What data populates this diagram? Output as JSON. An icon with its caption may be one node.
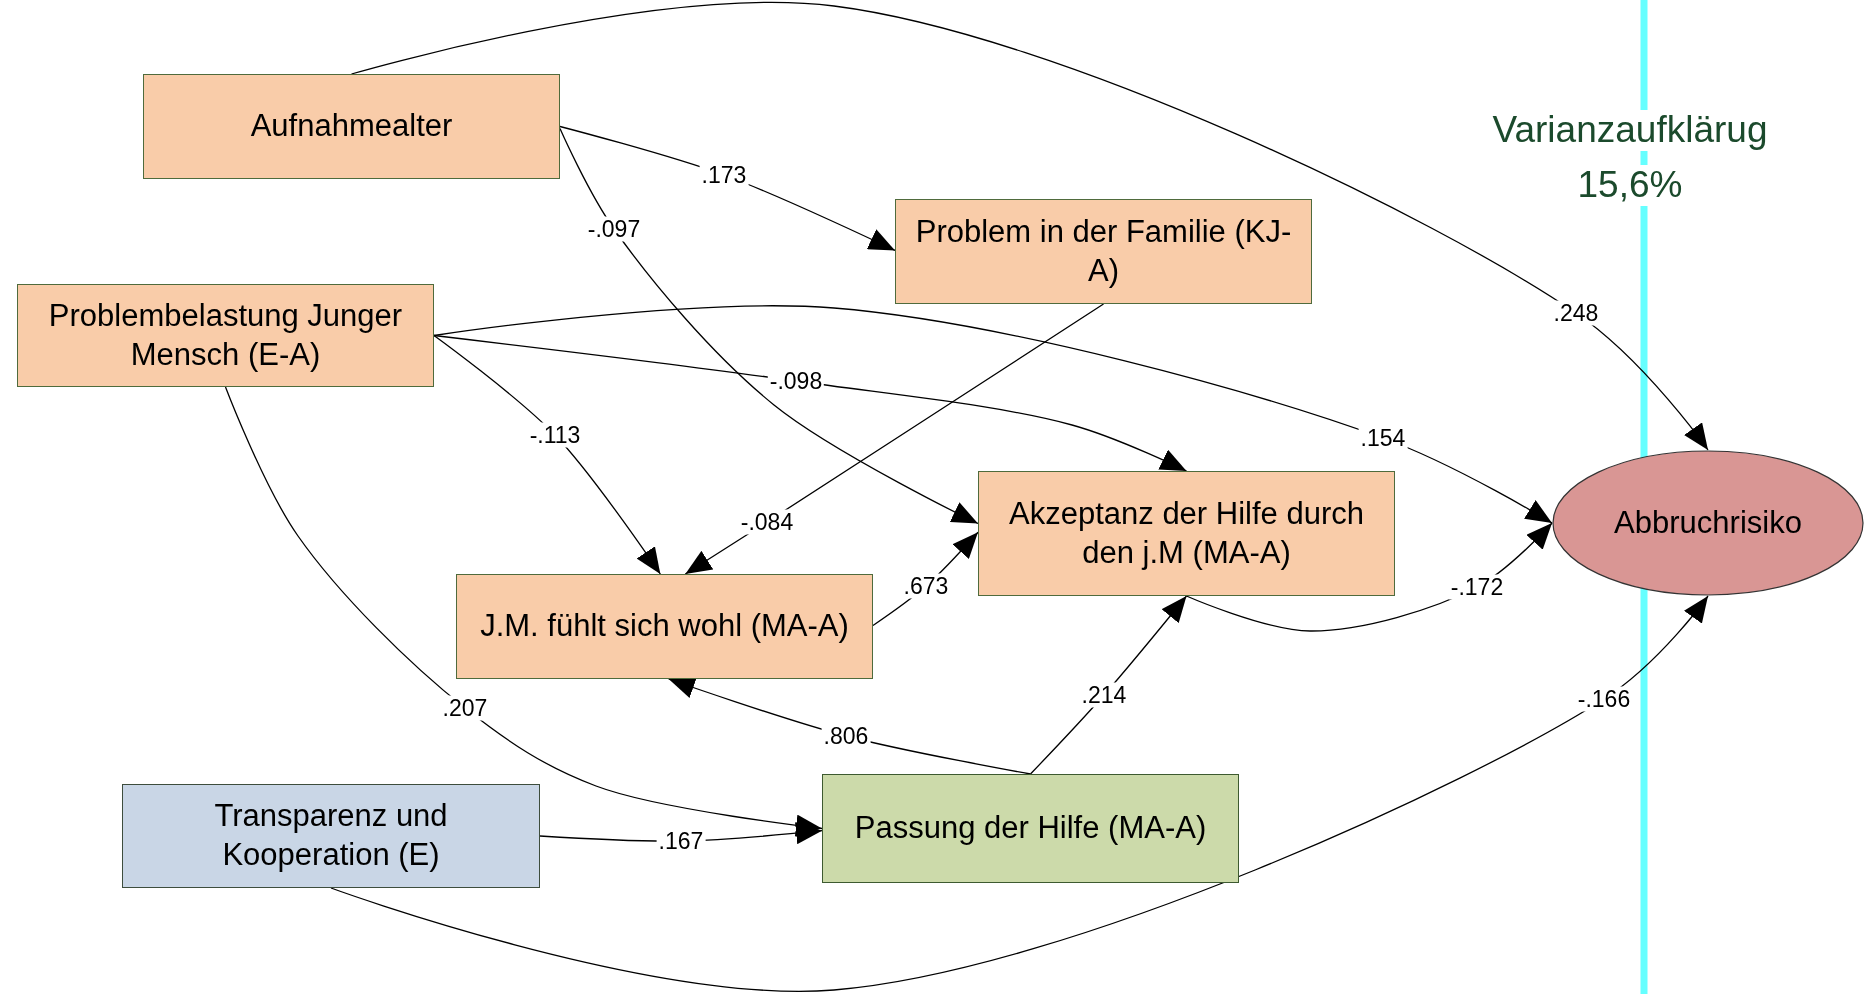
{
  "diagram": {
    "nodes": [
      {
        "text": [
          "Aufnahmealter"
        ]
      },
      {
        "text": [
          "Problem in der Familie (KJ-A)"
        ]
      },
      {
        "text": [
          "Problembelastung Junger Mensch (E-A)"
        ]
      },
      {
        "text": [
          "Akzeptanz der Hilfe durch den j.M (MA-A)"
        ]
      },
      {
        "text": [
          "J.M. fühlt sich wohl (MA-A)"
        ]
      },
      {
        "text": [
          "Passung der Hilfe (MA-A)"
        ]
      },
      {
        "text": [
          "Transparenz und Kooperation (E)"
        ]
      },
      {
        "text": [
          "Abbruchrisiko"
        ]
      }
    ],
    "edges": [
      {
        "from": 0,
        "to": 7,
        "arrow": "to",
        "label": ".248"
      },
      {
        "from": 0,
        "to": 1,
        "arrow": "to",
        "label": ".173"
      },
      {
        "from": 0,
        "to": 3,
        "arrow": "to",
        "label": "-.097"
      },
      {
        "from": 2,
        "to": 7,
        "arrow": "to",
        "label": ".154"
      },
      {
        "from": 2,
        "to": 3,
        "arrow": "to",
        "label": "-.098"
      },
      {
        "from": 2,
        "to": 4,
        "arrow": "to",
        "label": "-.113"
      },
      {
        "from": 1,
        "to": 4,
        "arrow": "to",
        "label": "-.084"
      },
      {
        "from": 2,
        "to": 5,
        "arrow": "to",
        "label": ".207"
      },
      {
        "from": 4,
        "to": 3,
        "arrow": "to",
        "label": ".673"
      },
      {
        "from": 3,
        "to": 7,
        "arrow": "to",
        "label": "-.172"
      },
      {
        "from": 5,
        "to": 4,
        "arrow": "to",
        "label": ".806"
      },
      {
        "from": 5,
        "to": 3,
        "arrow": "to",
        "label": ".214"
      },
      {
        "from": 6,
        "to": 5,
        "arrow": "to",
        "label": ".167"
      },
      {
        "from": 6,
        "to": 7,
        "arrow": "to",
        "label": "-.166"
      }
    ],
    "labels": [
      "Varianzaufklärug",
      "15,6%"
    ]
  }
}
